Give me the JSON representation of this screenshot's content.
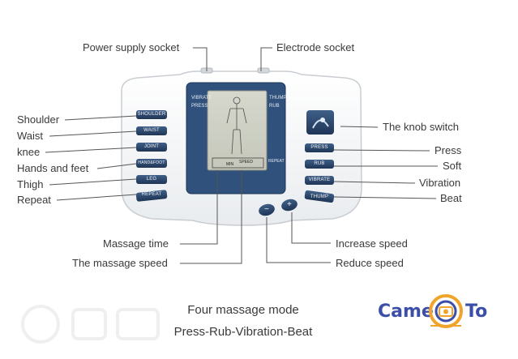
{
  "callouts": {
    "top_left": "Power supply socket",
    "top_right": "Electrode socket",
    "left": [
      "Shoulder",
      "Waist",
      "knee",
      "Hands and feet",
      "Thigh",
      "Repeat"
    ],
    "right": [
      "The knob switch",
      "Press",
      "Soft",
      "Vibration",
      "Beat"
    ],
    "bottom_left": [
      "Massage time",
      "The massage speed"
    ],
    "bottom_right": [
      "Increase speed",
      "Reduce speed"
    ]
  },
  "device": {
    "left_buttons": [
      "SHOULDER",
      "WAIST",
      "JOINT",
      "HAND&FOOT",
      "LEG",
      "REPEAT"
    ],
    "right_buttons": [
      "PRESS",
      "RUB",
      "VIBRATE",
      "THUMP"
    ],
    "screen": {
      "top_left": [
        "VIBRATE",
        "PRESS"
      ],
      "top_right": [
        "THUMP",
        "RUB"
      ],
      "repeat": "REPEAT",
      "speed": "SPEED",
      "time": "MIN"
    },
    "minus": "−",
    "plus": "+"
  },
  "captions": {
    "line1": "Four massage mode",
    "line2": "Press-Rub-Vibration-Beat"
  },
  "logo": {
    "left": "Came",
    "right": "To"
  }
}
